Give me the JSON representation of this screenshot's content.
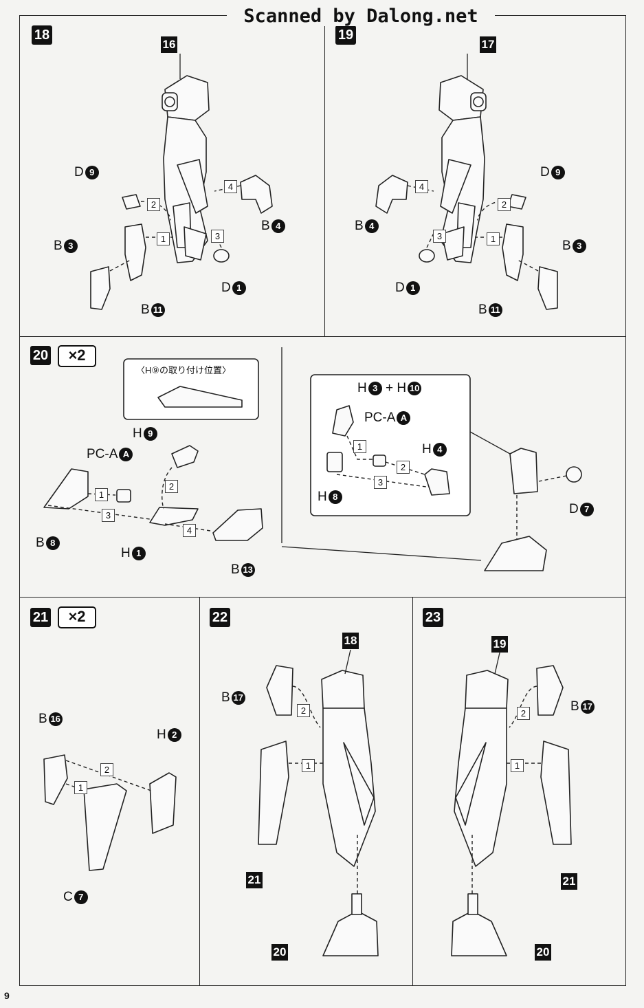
{
  "header": {
    "scan_credit": "Scanned by Dalong.net"
  },
  "page_number": "9",
  "steps": {
    "s18": {
      "step": "18",
      "result": "16",
      "labels": {
        "d9": "D",
        "d9n": "9",
        "b4": "B",
        "b4n": "4",
        "b3": "B",
        "b3n": "3",
        "d1": "D",
        "d1n": "1",
        "b11": "B",
        "b11n": "11"
      },
      "nums": [
        "4",
        "2",
        "1",
        "3"
      ]
    },
    "s19": {
      "step": "19",
      "result": "17",
      "labels": {
        "d9": "D",
        "d9n": "9",
        "b4": "B",
        "b4n": "4",
        "b3": "B",
        "b3n": "3",
        "d1": "D",
        "d1n": "1",
        "b11": "B",
        "b11n": "11"
      },
      "nums": [
        "4",
        "2",
        "1",
        "3"
      ]
    },
    "s20": {
      "step": "20",
      "multiplier": "×2",
      "callout_title": "〈H⑨の取り付け位置〉",
      "labels": {
        "h9": "H",
        "h9n": "9",
        "pca": "PC-A",
        "pcan": "A",
        "b8": "B",
        "b8n": "8",
        "h1": "H",
        "h1n": "1",
        "b13": "B",
        "b13n": "13"
      },
      "nums": [
        "2",
        "1",
        "3",
        "4"
      ],
      "inset": {
        "h3": "H",
        "h3n": "3",
        "plus": "+",
        "h10": "H",
        "h10n": "10",
        "pca": "PC-A",
        "pcan": "A",
        "h4": "H",
        "h4n": "4",
        "h8": "H",
        "h8n": "8",
        "nums": [
          "1",
          "2",
          "3"
        ]
      },
      "d7": "D",
      "d7n": "7"
    },
    "s21": {
      "step": "21",
      "multiplier": "×2",
      "labels": {
        "b16": "B",
        "b16n": "16",
        "h2": "H",
        "h2n": "2",
        "c7": "C",
        "c7n": "7"
      },
      "nums": [
        "2",
        "1"
      ]
    },
    "s22": {
      "step": "22",
      "ref_top": "18",
      "ref_arm": "21",
      "ref_leg": "20",
      "labels": {
        "b17": "B",
        "b17n": "17"
      },
      "nums": [
        "2",
        "1"
      ]
    },
    "s23": {
      "step": "23",
      "ref_top": "19",
      "ref_arm": "21",
      "ref_leg": "20",
      "labels": {
        "b17": "B",
        "b17n": "17"
      },
      "nums": [
        "2",
        "1"
      ]
    }
  }
}
